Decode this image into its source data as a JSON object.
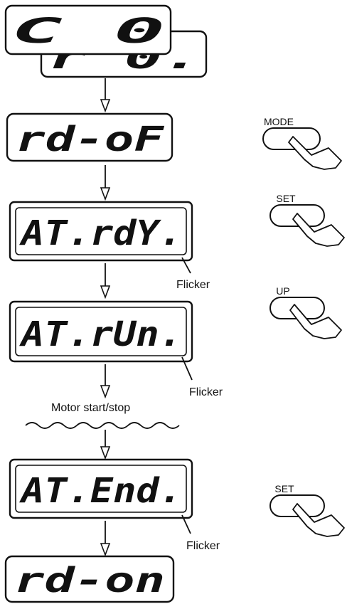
{
  "displays": {
    "start_back": "r  0.",
    "start_front": "C      0",
    "step1": "rd-oF",
    "step2": "AT.rdY.",
    "step3": "AT.rUn.",
    "step4": "AT.End.",
    "step5": "rd-on"
  },
  "buttons": {
    "mode": "MODE",
    "set1": "SET",
    "up": "UP",
    "set2": "SET"
  },
  "notes": {
    "flicker1": "Flicker",
    "flicker2": "Flicker",
    "flicker3": "Flicker",
    "motor": "Motor start/stop"
  }
}
